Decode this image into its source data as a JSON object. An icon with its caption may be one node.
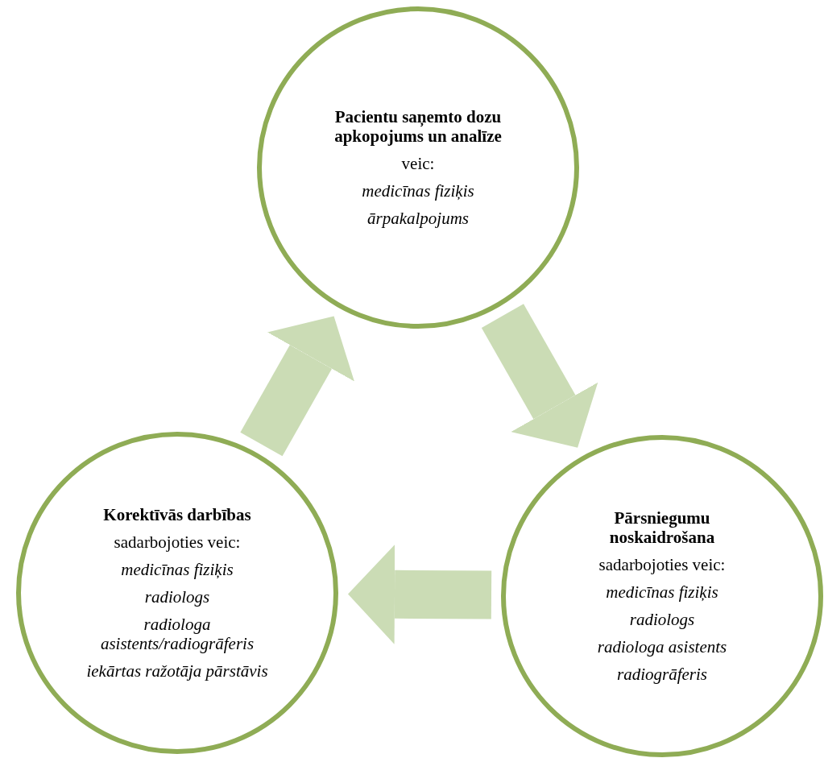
{
  "diagram": {
    "nodes": [
      {
        "text": [
          "Pacientu saņemto dozu apkopojums un analīze",
          "veic:",
          "medicīnas fiziķis",
          "ārpakalpojums"
        ]
      },
      {
        "text": [
          "Pārsniegumu noskaidrošana",
          "sadarbojoties veic:",
          "medicīnas fiziķis",
          "radiologs",
          "radiologa asistents",
          "radiogrāferis"
        ]
      },
      {
        "text": [
          "Korektīvās darbības",
          "sadarbojoties veic:",
          "medicīnas fiziķis",
          "radiologs",
          "radiologa asistents/radiogrāferis",
          "iekārtas ražotāja pārstāvis"
        ]
      }
    ],
    "edges": [
      {
        "from": 0,
        "to": 1,
        "arrow": "to"
      },
      {
        "from": 1,
        "to": 2,
        "arrow": "to"
      },
      {
        "from": 2,
        "to": 0,
        "arrow": "to"
      }
    ]
  }
}
